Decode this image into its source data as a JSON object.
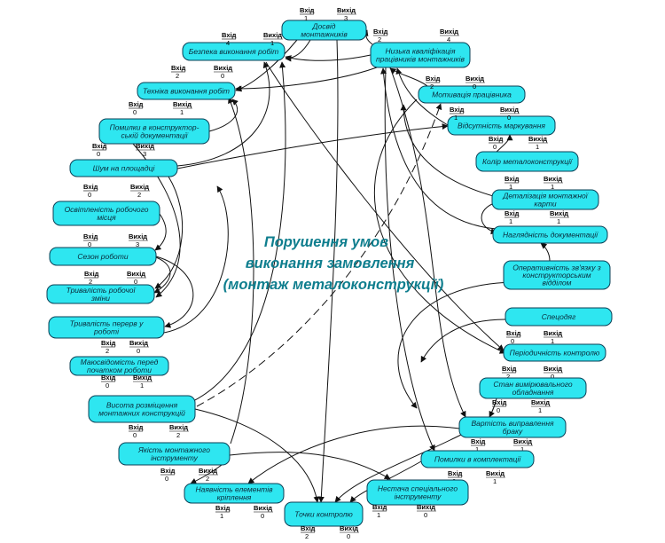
{
  "diagram": {
    "center_title": [
      "Порушення умов",
      "виконання замовлення",
      "(монтаж металоконструкції)"
    ],
    "degree_heads": {
      "in": "Bxiд",
      "out": "Вихiд"
    },
    "nodes": [
      {
        "id": "dosvid",
        "lines": [
          "Досвід",
          "монтажників"
        ],
        "in": "1",
        "out": "3"
      },
      {
        "id": "bezpeka",
        "lines": [
          "Безпека виконання робіт"
        ],
        "in": "4",
        "out": "1"
      },
      {
        "id": "kvalif",
        "lines": [
          "Низька кваліфікація",
          "працівників монтажників"
        ],
        "in": "2",
        "out": "4"
      },
      {
        "id": "tekhnika",
        "lines": [
          "Техніка виконання робіт"
        ],
        "in": "2",
        "out": "0"
      },
      {
        "id": "motyvatsiia",
        "lines": [
          "Мотивація працівника"
        ],
        "in": "2",
        "out": "0"
      },
      {
        "id": "pomylky_doc",
        "lines": [
          "Помилки в конструктор-",
          "ській документації"
        ],
        "in": "0",
        "out": "1"
      },
      {
        "id": "markuvannia",
        "lines": [
          "Відсутність маркування"
        ],
        "in": "1",
        "out": "0"
      },
      {
        "id": "shum",
        "lines": [
          "Шум на площадці"
        ],
        "in": "0",
        "out": "3"
      },
      {
        "id": "kolir",
        "lines": [
          "Колір металоконструкції"
        ],
        "in": "0",
        "out": "1"
      },
      {
        "id": "osvitlenist",
        "lines": [
          "Освітленість робочого",
          "місця"
        ],
        "in": "0",
        "out": "2"
      },
      {
        "id": "detalizatsiia",
        "lines": [
          "Деталізація монтажної",
          "карти"
        ],
        "in": "1",
        "out": "1"
      },
      {
        "id": "sezon",
        "lines": [
          "Сезон роботи"
        ],
        "in": "0",
        "out": "3"
      },
      {
        "id": "nahliadnist",
        "lines": [
          "Наглядність документації"
        ],
        "in": "1",
        "out": "1"
      },
      {
        "id": "tryvalist_zminy",
        "lines": [
          "Тривалість робочої",
          "зміни"
        ],
        "in": "2",
        "out": "0"
      },
      {
        "id": "zviazok",
        "lines": [
          "Оперативність зв'язку з",
          "конструкторським",
          "відділом"
        ],
        "in": "",
        "out": ""
      },
      {
        "id": "tryvalist_perer",
        "lines": [
          "Тривалість перерв у",
          "роботі"
        ],
        "in": "2",
        "out": "0"
      },
      {
        "id": "spetsodiah",
        "lines": [
          "Спецодяг"
        ],
        "in": "0",
        "out": "1"
      },
      {
        "id": "maidoziednist",
        "lines": [
          "Маюсвідомість перед",
          "початком роботи"
        ],
        "in": "0",
        "out": "1"
      },
      {
        "id": "periodychnist",
        "lines": [
          "Періодичність контролю"
        ],
        "in": "2",
        "out": "0"
      },
      {
        "id": "vysota",
        "lines": [
          "Висота розміщення",
          "монтажних конструкцій"
        ],
        "in": "0",
        "out": "2"
      },
      {
        "id": "stan",
        "lines": [
          "Стан вимірювального",
          "обладнання"
        ],
        "in": "0",
        "out": "1"
      },
      {
        "id": "vartist",
        "lines": [
          "Вартість виправлення",
          "браку"
        ],
        "in": "1",
        "out": "1"
      },
      {
        "id": "yakist",
        "lines": [
          "Якість монтажного",
          "інструменту"
        ],
        "in": "0",
        "out": "2"
      },
      {
        "id": "pomylky_kompl",
        "lines": [
          "Помилки в комплектації"
        ],
        "in": "2",
        "out": "1"
      },
      {
        "id": "nayavnist",
        "lines": [
          "Наявність елементів",
          "кріплення"
        ],
        "in": "1",
        "out": "0"
      },
      {
        "id": "nestacha",
        "lines": [
          "Нестача спеціального",
          "інструменту"
        ],
        "in": "1",
        "out": "0"
      },
      {
        "id": "tochky",
        "lines": [
          "Точки контролю"
        ],
        "in": "2",
        "out": "0"
      }
    ]
  }
}
